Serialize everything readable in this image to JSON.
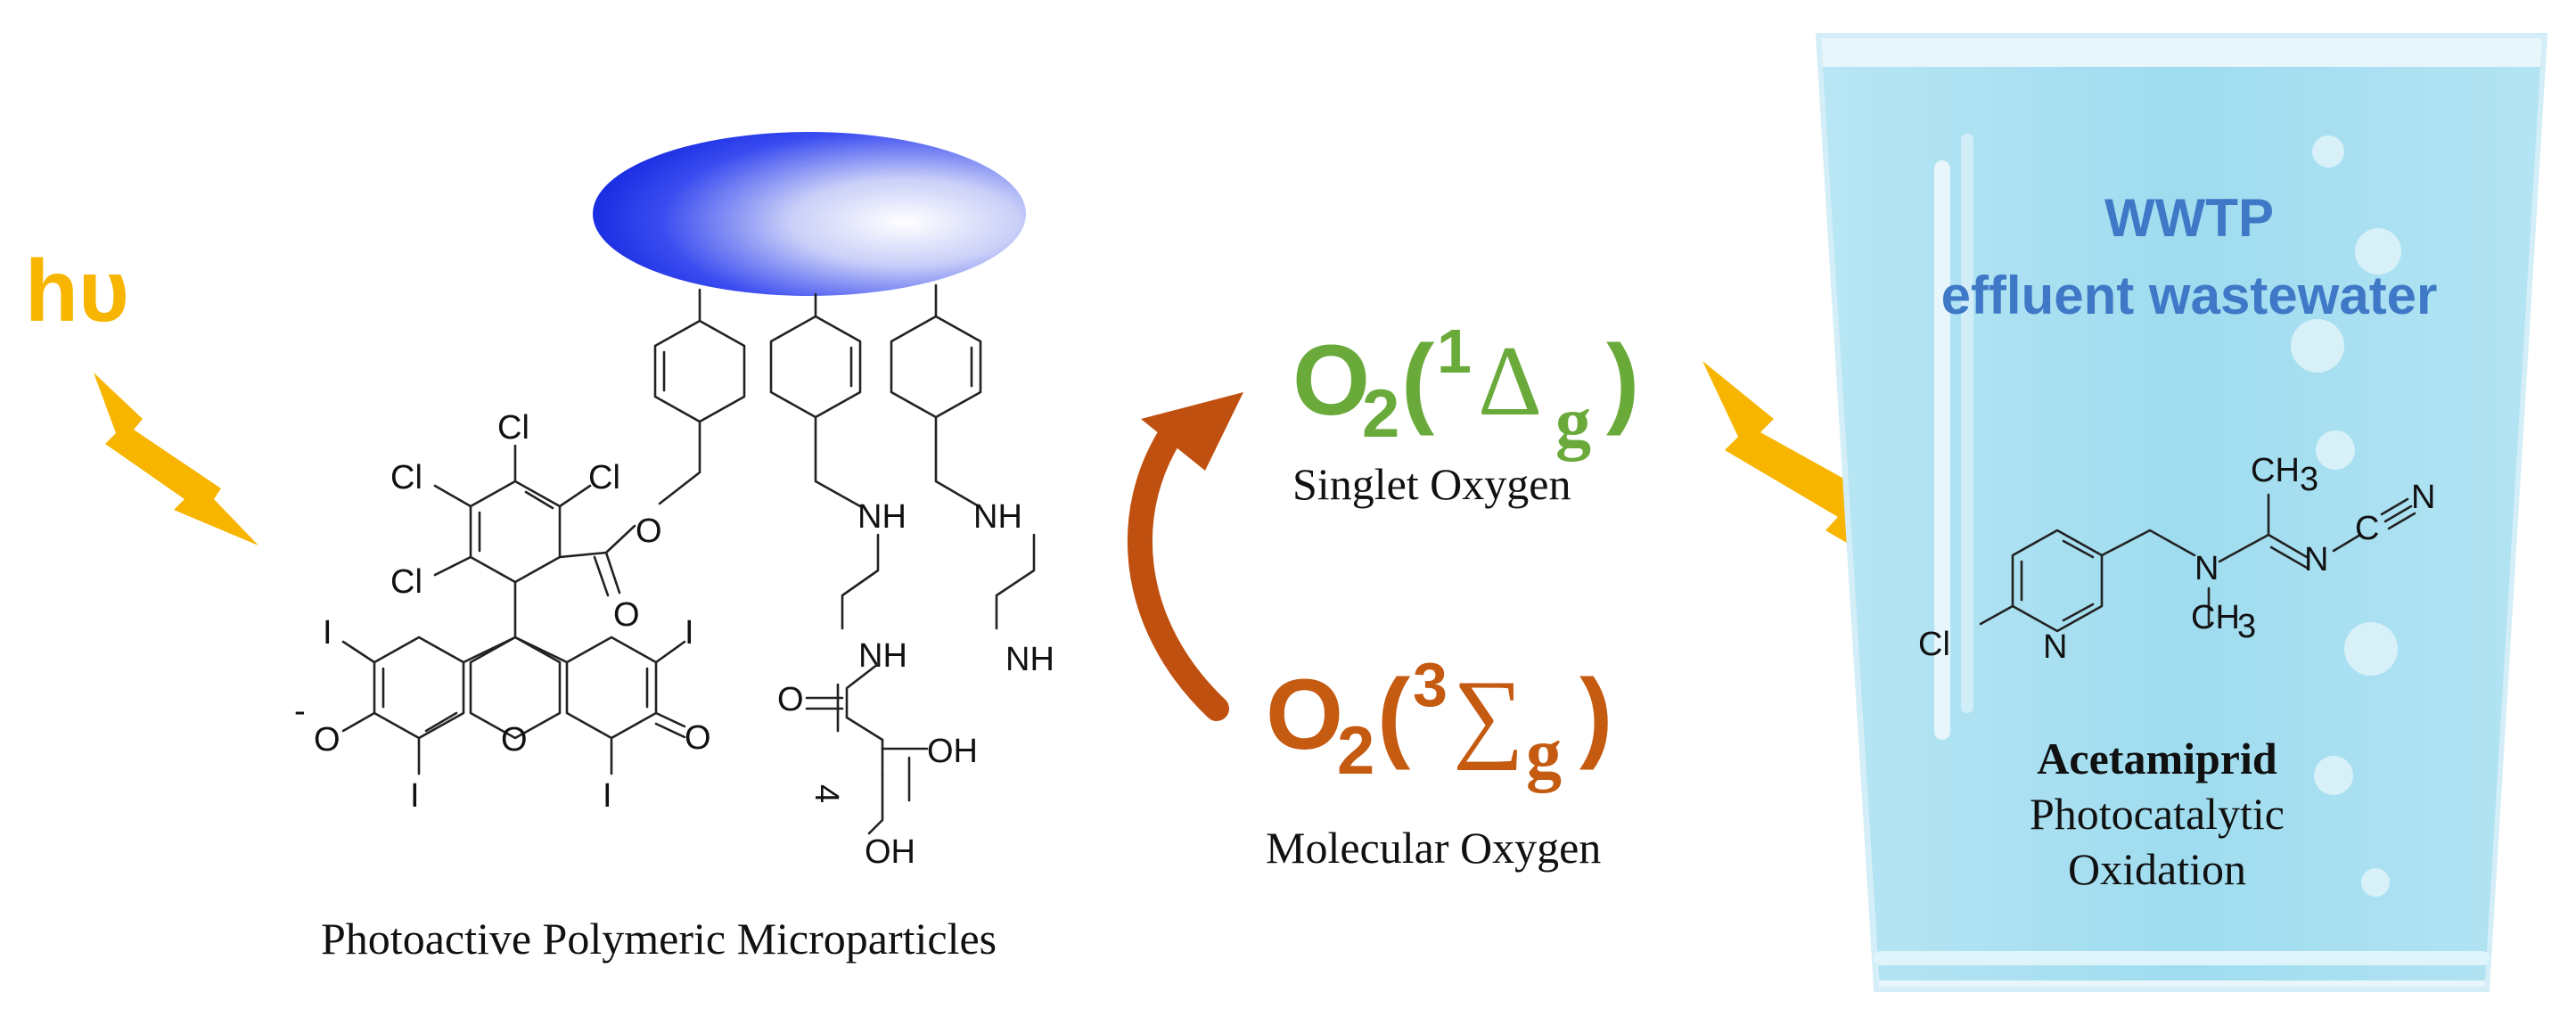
{
  "hv_label": "hυ",
  "particle_caption": "Photoactive Polymeric Microparticles",
  "singlet": {
    "o": "O",
    "sub2": "2",
    "paren_open": "(",
    "sup": "1",
    "symbol": "Δ",
    "subg": "g",
    "paren_close": ")",
    "caption": "Singlet Oxygen"
  },
  "triplet": {
    "o": "O",
    "sub2": "2",
    "paren_open": "(",
    "sup": "3",
    "symbol": "∑",
    "subg": "g",
    "paren_close": ")",
    "caption": "Molecular Oxygen"
  },
  "wwtp": {
    "line1": "WWTP",
    "line2": "effluent wastewater"
  },
  "acetamiprid": {
    "name": "Acetamiprid",
    "line2": "Photocatalytic",
    "line3": "Oxidation"
  },
  "chem_labels": {
    "cl": "Cl",
    "i": "I",
    "o": "O",
    "o_minus": "-",
    "nh": "NH",
    "oh": "OH",
    "four": "4",
    "ch3": "CH",
    "three": "3",
    "n": "N",
    "c": "C"
  },
  "colors": {
    "lightning": "#f7b500",
    "singlet_green": "#6aaa3a",
    "triplet_orange": "#c55a11",
    "arrow_orange": "#c0500f",
    "water_text_blue": "#3f78c6",
    "ellipse_blue": "#1428e0",
    "water": "#a7dff0"
  }
}
